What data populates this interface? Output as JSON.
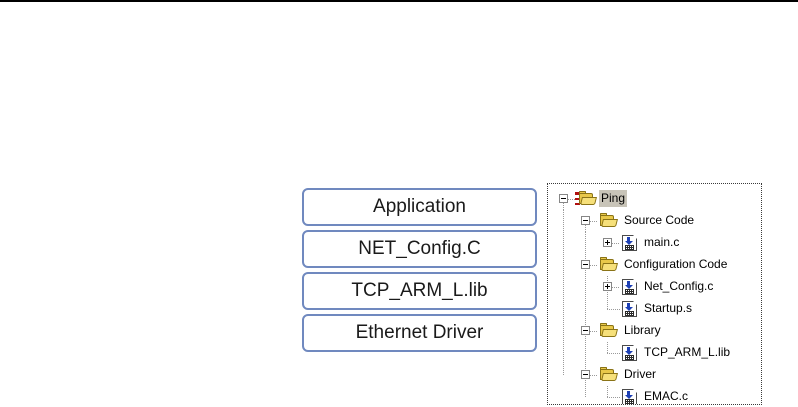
{
  "figure": {
    "layer_stack": {
      "name": "software-layer-stack",
      "boxes": [
        {
          "label": "Application"
        },
        {
          "label": "NET_Config.C"
        },
        {
          "label": "TCP_ARM_L.lib"
        },
        {
          "label": "Ethernet Driver"
        }
      ],
      "border_color": "#7089bf",
      "fill_color": "#ffffff",
      "text_color": "#1a1a1a"
    },
    "project_tree": {
      "name": "project-workspace-tree",
      "selected_node": "Ping",
      "selection_color": "#c8c4b8",
      "border_style": "dotted",
      "nodes": [
        {
          "label": "Ping",
          "icon": "target-folder-icon",
          "expander": "minus",
          "depth": 0
        },
        {
          "label": "Source Code",
          "icon": "folder-open-icon",
          "expander": "minus",
          "depth": 1
        },
        {
          "label": "main.c",
          "icon": "source-file-icon",
          "expander": "plus",
          "depth": 2
        },
        {
          "label": "Configuration Code",
          "icon": "folder-open-icon",
          "expander": "minus",
          "depth": 1
        },
        {
          "label": "Net_Config.c",
          "icon": "source-file-icon",
          "expander": "plus",
          "depth": 2
        },
        {
          "label": "Startup.s",
          "icon": "source-file-icon",
          "expander": "none",
          "depth": 2
        },
        {
          "label": "Library",
          "icon": "folder-open-icon",
          "expander": "minus",
          "depth": 1
        },
        {
          "label": "TCP_ARM_L.lib",
          "icon": "source-file-icon",
          "expander": "none",
          "depth": 2
        },
        {
          "label": "Driver",
          "icon": "folder-open-icon",
          "expander": "minus",
          "depth": 1
        },
        {
          "label": "EMAC.c",
          "icon": "source-file-icon",
          "expander": "none",
          "depth": 2
        }
      ]
    }
  }
}
